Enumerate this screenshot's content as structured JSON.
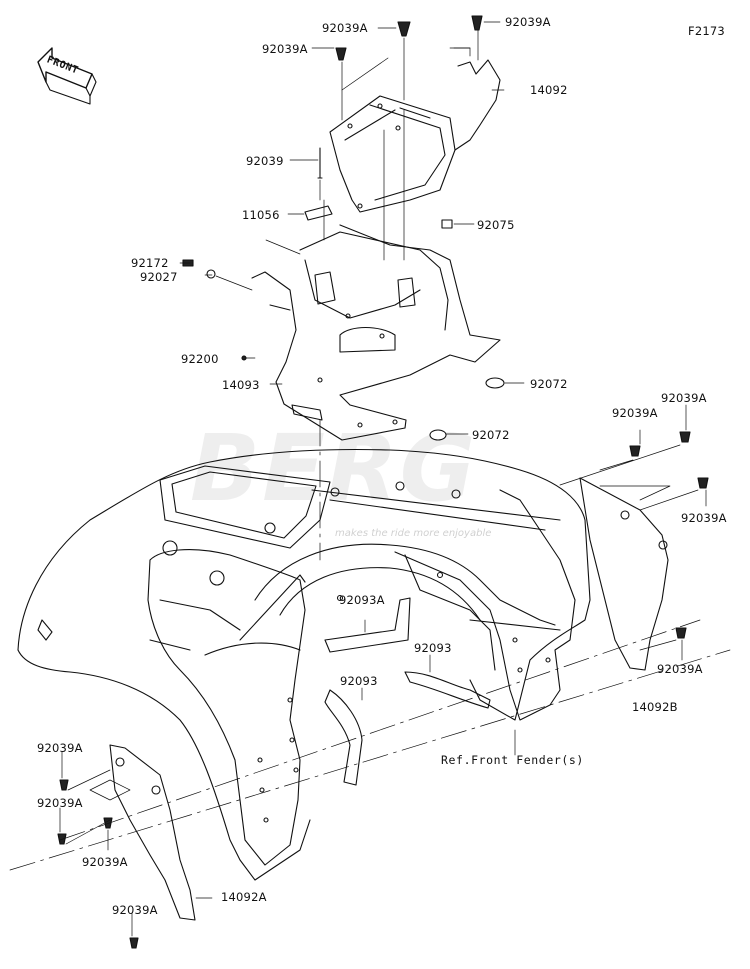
{
  "figure_code": "F2173",
  "front_arrow_label": "FRONT",
  "watermark": {
    "brand": "BERG",
    "tagline": "makes the ride more enjoyable"
  },
  "parts": [
    {
      "id": "p01",
      "number": "92039A"
    },
    {
      "id": "p02",
      "number": "92039A"
    },
    {
      "id": "p03",
      "number": "92039A"
    },
    {
      "id": "p04",
      "number": "14092"
    },
    {
      "id": "p05",
      "number": "92039"
    },
    {
      "id": "p06",
      "number": "11056"
    },
    {
      "id": "p07",
      "number": "92075"
    },
    {
      "id": "p08",
      "number": "92172"
    },
    {
      "id": "p09",
      "number": "92027"
    },
    {
      "id": "p10",
      "number": "92200"
    },
    {
      "id": "p11",
      "number": "14093"
    },
    {
      "id": "p12",
      "number": "92072"
    },
    {
      "id": "p13",
      "number": "92072"
    },
    {
      "id": "p14",
      "number": "92039A"
    },
    {
      "id": "p15",
      "number": "92039A"
    },
    {
      "id": "p16",
      "number": "92039A"
    },
    {
      "id": "p17",
      "number": "92093A"
    },
    {
      "id": "p18",
      "number": "92093"
    },
    {
      "id": "p19",
      "number": "92093"
    },
    {
      "id": "p20",
      "number": "92039A"
    },
    {
      "id": "p21",
      "number": "14092B"
    },
    {
      "id": "p22",
      "number": "92039A"
    },
    {
      "id": "p23",
      "number": "92039A"
    },
    {
      "id": "p24",
      "number": "92039A"
    },
    {
      "id": "p25",
      "number": "14092A"
    },
    {
      "id": "p26",
      "number": "92039A"
    }
  ],
  "reference_note": "Ref.Front Fender(s)"
}
